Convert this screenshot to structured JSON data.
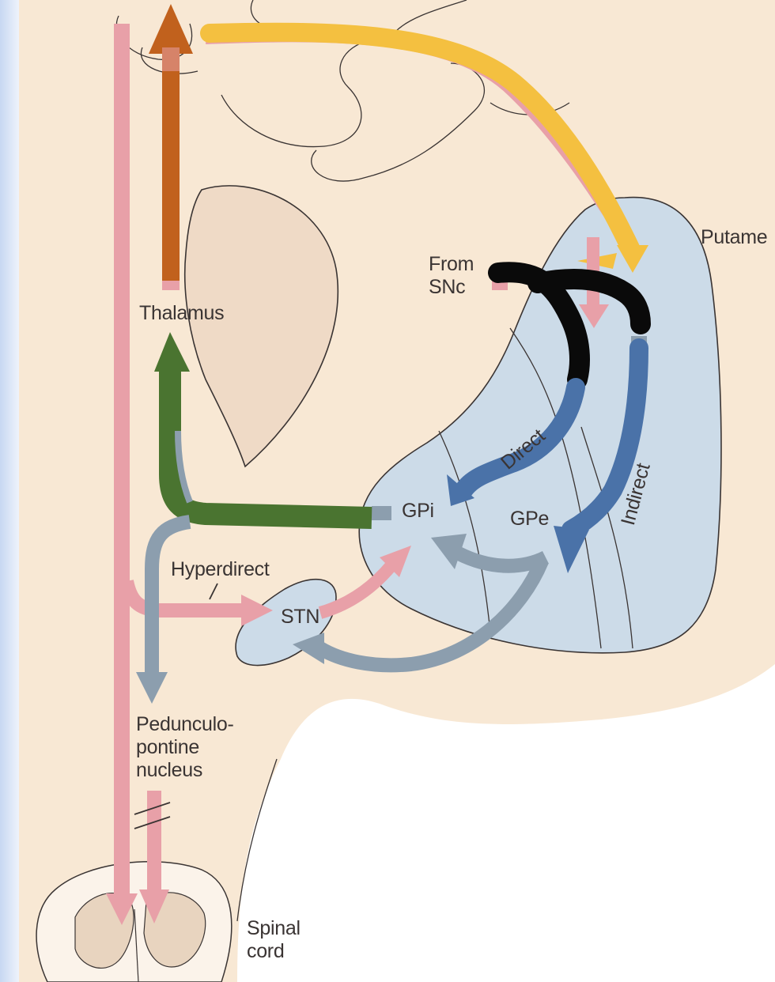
{
  "labels": {
    "putamen": "Putame",
    "from_snc": "From\nSNc",
    "thalamus": "Thalamus",
    "direct": "Direct",
    "indirect": "Indirect",
    "gpi": "GPi",
    "gpe": "GPe",
    "hyperdirect": "Hyperdirect",
    "stn": "STN",
    "pedunculopontine": "Pedunculo-\npontine\nnucleus",
    "spinal_cord": "Spinal\ncord"
  },
  "colors": {
    "background_tissue": "#f8e8d4",
    "thalamus_fill": "#efdac6",
    "putamen_fill": "#ccdbe8",
    "corticospinal_pink": "#e8a0a8",
    "thalamocortical_brown": "#c1611d",
    "corticostriatal_yellow": "#f4c040",
    "dopamine_black": "#0a0a0a",
    "striatal_blue": "#4a72a8",
    "pallidal_gray": "#8c9eae",
    "output_green": "#4a7430",
    "outline": "#3a3433"
  }
}
